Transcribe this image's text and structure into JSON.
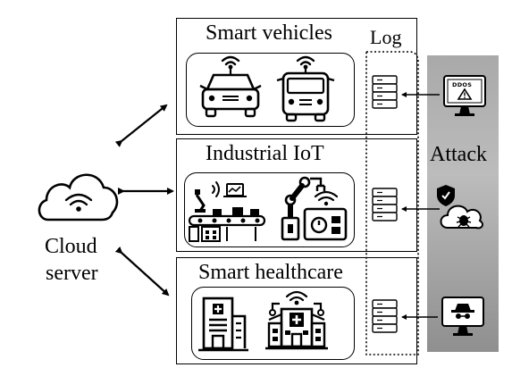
{
  "sections": [
    {
      "title": "Smart vehicles",
      "icons": [
        "connected-car-icon",
        "connected-bus-icon"
      ]
    },
    {
      "title": "Industrial IoT",
      "icons": [
        "factory-conveyor-icon",
        "robot-arm-icon"
      ]
    },
    {
      "title": "Smart healthcare",
      "icons": [
        "hospital-building-icon",
        "smart-hospital-icon"
      ]
    }
  ],
  "log": {
    "label": "Log"
  },
  "attack": {
    "label": "Attack",
    "ddos_text": "DDOS"
  },
  "cloud": {
    "line1": "Cloud",
    "line2": "server"
  }
}
